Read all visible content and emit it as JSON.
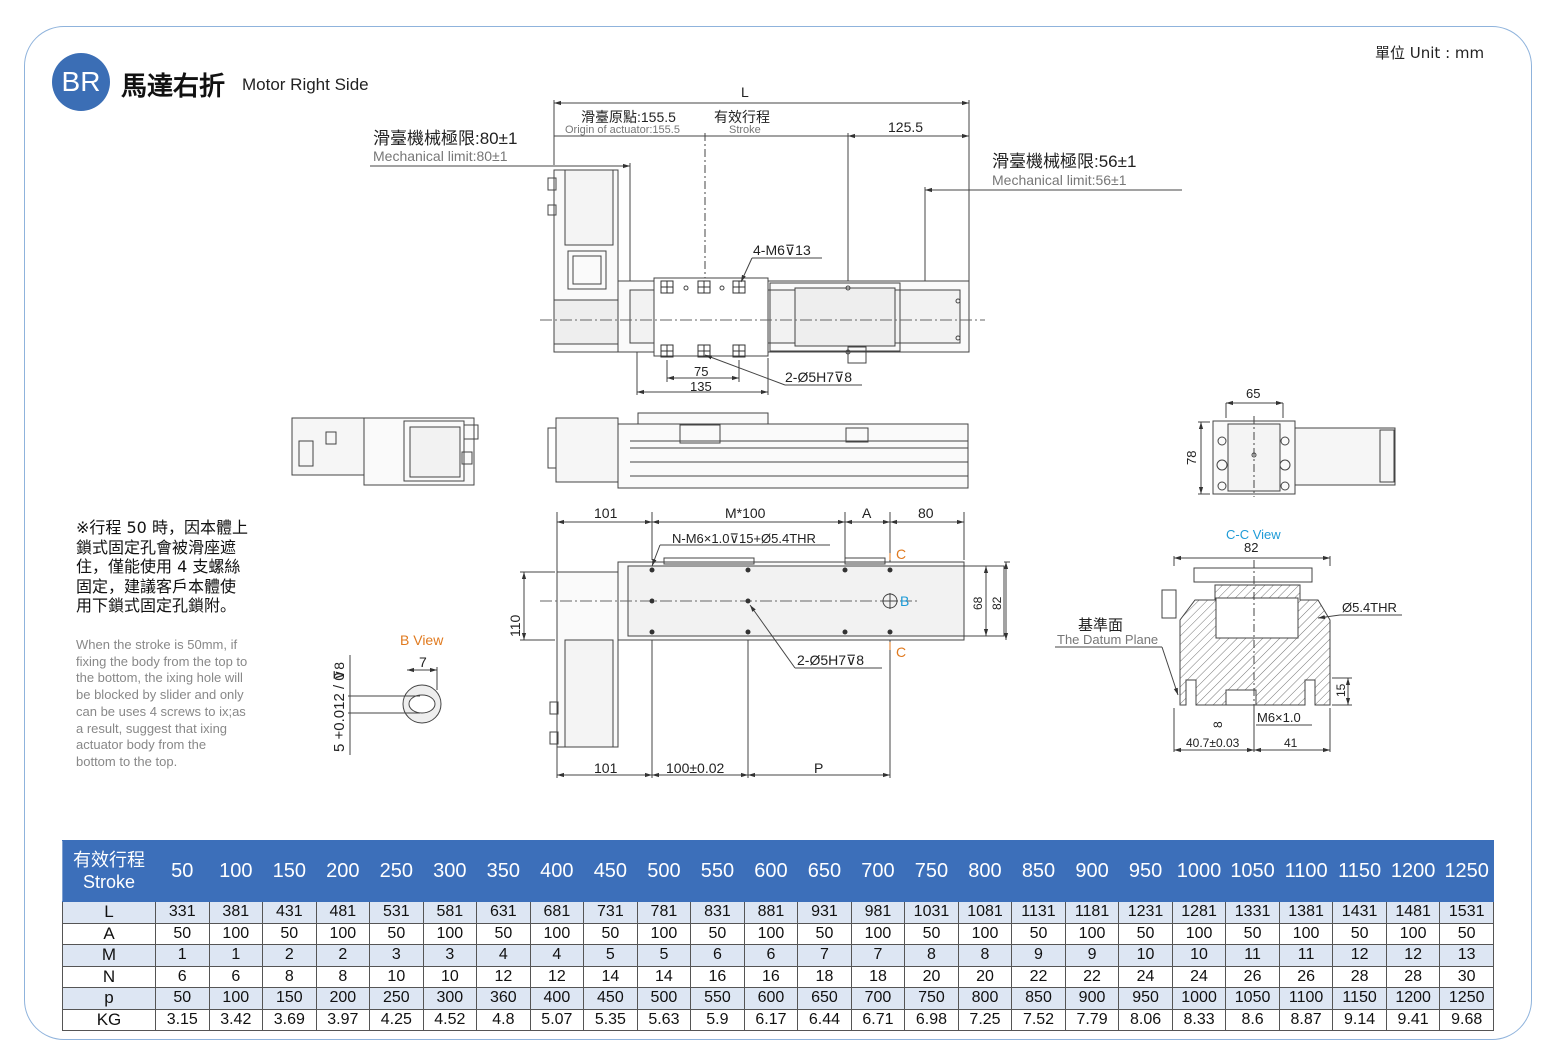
{
  "header": {
    "badge": "BR",
    "title_zh": "馬達右折",
    "title_en": "Motor Right Side",
    "unit": "單位 Unit : mm"
  },
  "colors": {
    "accent": "#3c6fba",
    "table_stripe": "#dde6f3",
    "dim_orange": "#e07a1f",
    "dim_blue": "#1e9bd7"
  },
  "top_view": {
    "dim_L": "L",
    "origin_zh": "滑臺原點:155.5",
    "origin_en": "Origin of actuator:155.5",
    "stroke_zh": "有效行程",
    "stroke_en": "Stroke",
    "dim_125": "125.5",
    "mech_left_zh": "滑臺機械極限:80±1",
    "mech_left_en": "Mechanical limit:80±1",
    "mech_right_zh": "滑臺機械極限:56±1",
    "mech_right_en": "Mechanical limit:56±1",
    "holes": "4-M6",
    "holes_depth": "13",
    "dim_75": "75",
    "dim_135": "135",
    "pin": "2-Ø5H7",
    "pin_depth": "8"
  },
  "side_view": {
    "dim_65": "65",
    "dim_78": "78"
  },
  "bottom_view": {
    "dim_101_top": "101",
    "dim_M100": "M*100",
    "dim_A": "A",
    "dim_80": "80",
    "thread": "N-M6×1.0",
    "thread_tail": "15+Ø5.4THR",
    "mark_C1": "C",
    "mark_B": "B",
    "mark_C2": "C",
    "dim_110": "110",
    "dim_68": "68",
    "dim_82": "82",
    "pin": "2-Ø5H7",
    "pin_depth": "8",
    "dim_101_bottom": "101",
    "dim_100": "100±0.02",
    "dim_P": "P"
  },
  "b_view": {
    "title": "B View",
    "dim_7": "7",
    "tol": "5 +0.012 / 0",
    "depth": "8"
  },
  "cc_view": {
    "title": "C-C View",
    "dim_82": "82",
    "thr": "Ø5.4THR",
    "datum_zh": "基準面",
    "datum_en": "The Datum Plane",
    "dim_15": "15",
    "dim_8": "8",
    "m6": "M6×1.0",
    "dim_40": "40.7±0.03",
    "dim_41": "41"
  },
  "note": {
    "zh": "※行程 50 時，因本體上鎖式固定孔會被滑座遮住，僅能使用 4 支螺絲固定，建議客戶本體使用下鎖式固定孔鎖附。",
    "en": "When the stroke is 50mm, if fixing the body from the top to the bottom, the ixing hole will be blocked by slider and only can be uses 4 screws to ix;as a result, suggest that ixing actuator body from the bottom to the top."
  },
  "table": {
    "header_zh": "有效行程",
    "header_en": "Stroke",
    "strokes": [
      "50",
      "100",
      "150",
      "200",
      "250",
      "300",
      "350",
      "400",
      "450",
      "500",
      "550",
      "600",
      "650",
      "700",
      "750",
      "800",
      "850",
      "900",
      "950",
      "1000",
      "1050",
      "1100",
      "1150",
      "1200",
      "1250"
    ],
    "rows": [
      {
        "label": "L",
        "values": [
          "331",
          "381",
          "431",
          "481",
          "531",
          "581",
          "631",
          "681",
          "731",
          "781",
          "831",
          "881",
          "931",
          "981",
          "1031",
          "1081",
          "1131",
          "1181",
          "1231",
          "1281",
          "1331",
          "1381",
          "1431",
          "1481",
          "1531"
        ]
      },
      {
        "label": "A",
        "values": [
          "50",
          "100",
          "50",
          "100",
          "50",
          "100",
          "50",
          "100",
          "50",
          "100",
          "50",
          "100",
          "50",
          "100",
          "50",
          "100",
          "50",
          "100",
          "50",
          "100",
          "50",
          "100",
          "50",
          "100",
          "50"
        ]
      },
      {
        "label": "M",
        "values": [
          "1",
          "1",
          "2",
          "2",
          "3",
          "3",
          "4",
          "4",
          "5",
          "5",
          "6",
          "6",
          "7",
          "7",
          "8",
          "8",
          "9",
          "9",
          "10",
          "10",
          "11",
          "11",
          "12",
          "12",
          "13"
        ]
      },
      {
        "label": "N",
        "values": [
          "6",
          "6",
          "8",
          "8",
          "10",
          "10",
          "12",
          "12",
          "14",
          "14",
          "16",
          "16",
          "18",
          "18",
          "20",
          "20",
          "22",
          "22",
          "24",
          "24",
          "26",
          "26",
          "28",
          "28",
          "30"
        ]
      },
      {
        "label": "p",
        "values": [
          "50",
          "100",
          "150",
          "200",
          "250",
          "300",
          "360",
          "400",
          "450",
          "500",
          "550",
          "600",
          "650",
          "700",
          "750",
          "800",
          "850",
          "900",
          "950",
          "1000",
          "1050",
          "1100",
          "1150",
          "1200",
          "1250"
        ]
      },
      {
        "label": "KG",
        "values": [
          "3.15",
          "3.42",
          "3.69",
          "3.97",
          "4.25",
          "4.52",
          "4.8",
          "5.07",
          "5.35",
          "5.63",
          "5.9",
          "6.17",
          "6.44",
          "6.71",
          "6.98",
          "7.25",
          "7.52",
          "7.79",
          "8.06",
          "8.33",
          "8.6",
          "8.87",
          "9.14",
          "9.41",
          "9.68"
        ]
      }
    ]
  }
}
